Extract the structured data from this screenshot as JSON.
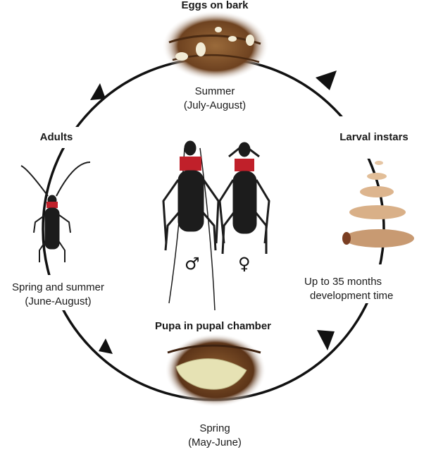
{
  "stages": {
    "eggs": {
      "title": "Eggs on bark",
      "line1": "Summer",
      "line2": "(July-August)"
    },
    "larvae": {
      "title": "Larval instars",
      "line1": "Up to 35 months",
      "line2": "development time"
    },
    "pupa": {
      "title": "Pupa in pupal chamber",
      "line1": "Spring",
      "line2": "(May-June)"
    },
    "adults": {
      "title": "Adults",
      "line1": "Spring and summer",
      "line2": "(June-August)"
    }
  },
  "symbols": {
    "male": "♂",
    "female": "♀"
  },
  "colors": {
    "beetle_body": "#1c1c1c",
    "pronotum_band": "#c0202a",
    "bark": "#7a4a24",
    "egg": "#f3ecd6",
    "larva": "#dcb48c",
    "pupa": "#e6e2b4"
  }
}
